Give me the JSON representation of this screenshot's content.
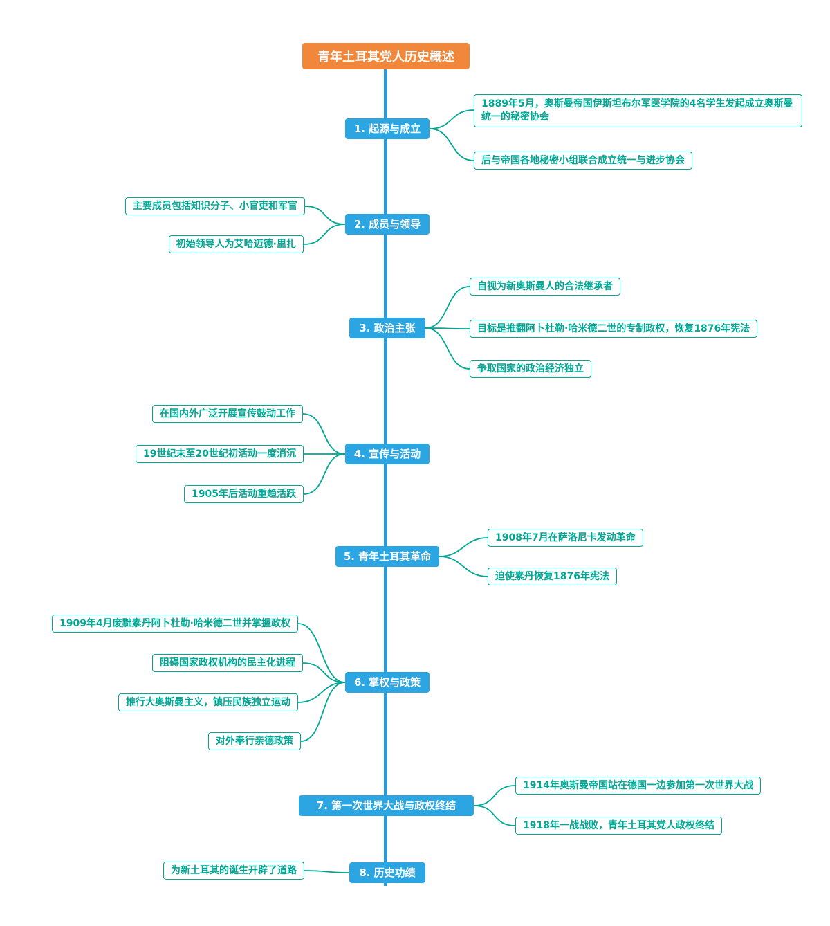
{
  "title": "青年土耳其党人历史概述",
  "colors": {
    "title_bg": "#F0873B",
    "topic_bg": "#2BA6E3",
    "trunk_blue": "#2E99D5",
    "accent_teal": "#00A794",
    "leaf_bg": "#FFFFFF"
  },
  "nodes": [
    {
      "label": "1. 起源与成立",
      "side": "right",
      "children": [
        "1889年5月，奥斯曼帝国伊斯坦布尔军医学院的4名学生发起成立奥斯曼统一的秘密协会",
        "后与帝国各地秘密小组联合成立统一与进步协会"
      ]
    },
    {
      "label": "2. 成员与领导",
      "side": "left",
      "children": [
        "主要成员包括知识分子、小官吏和军官",
        "初始领导人为艾哈迈德·里扎"
      ]
    },
    {
      "label": "3. 政治主张",
      "side": "right",
      "children": [
        "自视为新奥斯曼人的合法继承者",
        "目标是推翻阿卜杜勒·哈米德二世的专制政权，恢复1876年宪法",
        "争取国家的政治经济独立"
      ]
    },
    {
      "label": "4. 宣传与活动",
      "side": "left",
      "children": [
        "在国内外广泛开展宣传鼓动工作",
        "19世纪末至20世纪初活动一度消沉",
        "1905年后活动重趋活跃"
      ]
    },
    {
      "label": "5. 青年土耳其革命",
      "side": "right",
      "children": [
        "1908年7月在萨洛尼卡发动革命",
        "迫使素丹恢复1876年宪法"
      ]
    },
    {
      "label": "6. 掌权与政策",
      "side": "left",
      "children": [
        "1909年4月废黜素丹阿卜杜勒·哈米德二世并掌握政权",
        "阻碍国家政权机构的民主化进程",
        "推行大奥斯曼主义，镇压民族独立运动",
        "对外奉行亲德政策"
      ]
    },
    {
      "label": "7. 第一次世界大战与政权终结",
      "side": "right",
      "children": [
        "1914年奥斯曼帝国站在德国一边参加第一次世界大战",
        "1918年一战战败，青年土耳其党人政权终结"
      ]
    },
    {
      "label": "8. 历史功绩",
      "side": "left",
      "children": [
        "为新土耳其的诞生开辟了道路"
      ]
    }
  ]
}
